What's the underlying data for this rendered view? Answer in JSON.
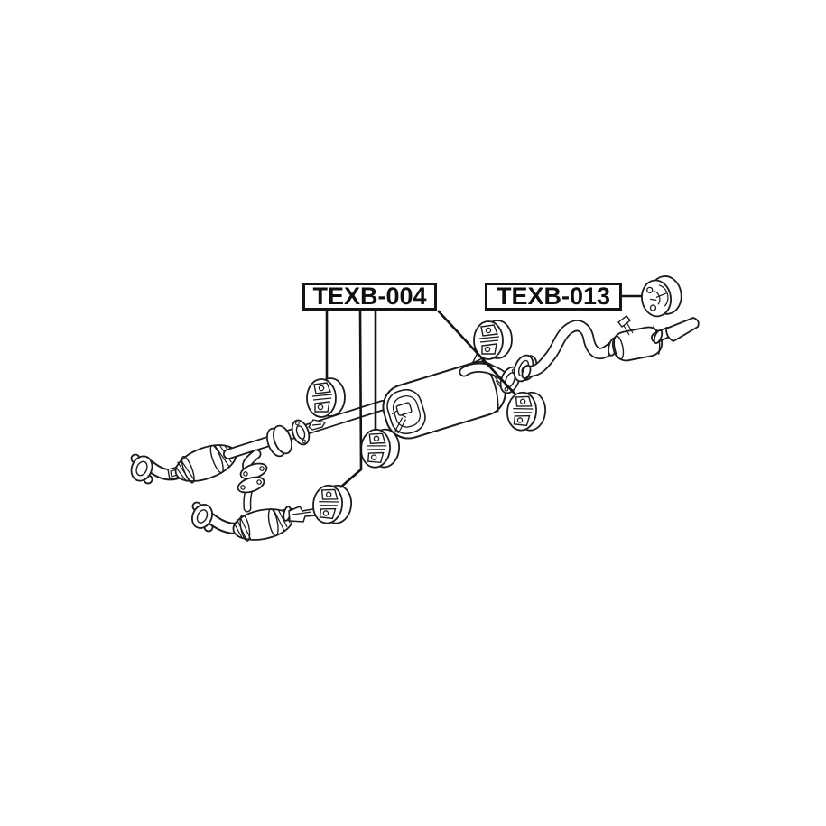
{
  "page": {
    "background": "#ffffff",
    "line_color": "#1b1b1b",
    "description": "Exhaust system exploded parts diagram with rubber mount part numbers"
  },
  "diagram": {
    "type": "exhaust-system-parts-diagram",
    "labels": [
      {
        "id": "texb-004",
        "text": "TEXB-004",
        "mounts_pointed_to": 5
      },
      {
        "id": "texb-013",
        "text": "TEXB-013",
        "mounts_pointed_to": 1
      }
    ]
  }
}
